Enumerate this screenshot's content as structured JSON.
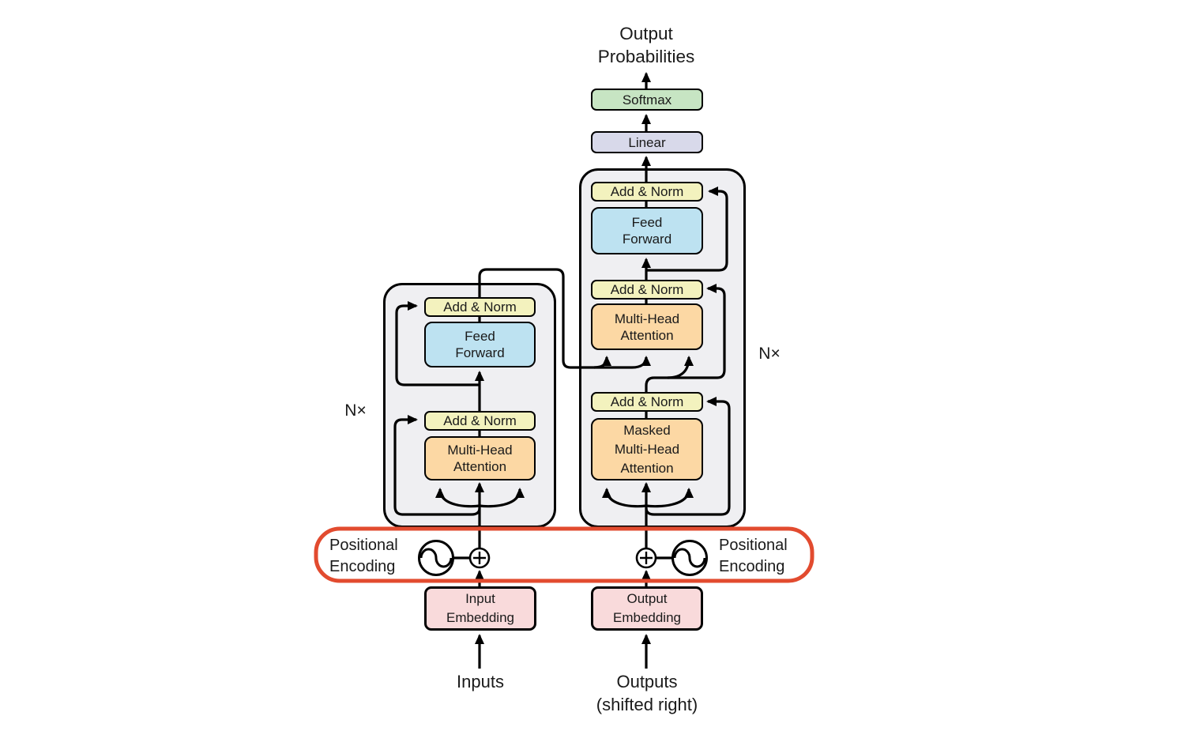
{
  "colors": {
    "add_norm_fill": "#f3f2be",
    "feed_forward_fill": "#bde2f1",
    "attention_fill": "#fcd8a4",
    "softmax_fill": "#c7e5c3",
    "linear_fill": "#d8d9ea",
    "embedding_fill": "#f9dadb",
    "container_fill": "#efeff2",
    "highlight_stroke": "#e24b2f",
    "line_color": "#000000"
  },
  "output_section": {
    "probabilities_label": "Output\nProbabilities",
    "softmax_label": "Softmax",
    "linear_label": "Linear"
  },
  "decoder": {
    "n_label": "N×",
    "add_norm_top": "Add & Norm",
    "feed_forward": "Feed\nForward",
    "add_norm_mid": "Add & Norm",
    "multi_head_attention": "Multi-Head\nAttention",
    "add_norm_bottom": "Add & Norm",
    "masked_multi_head_attention": "Masked\nMulti-Head\nAttention"
  },
  "encoder": {
    "n_label": "N×",
    "add_norm_top": "Add & Norm",
    "feed_forward": "Feed\nForward",
    "add_norm_bottom": "Add & Norm",
    "multi_head_attention": "Multi-Head\nAttention"
  },
  "positional": {
    "left_label": "Positional\nEncoding",
    "right_label": "Positional\nEncoding"
  },
  "embeddings": {
    "input_label": "Input\nEmbedding",
    "output_label": "Output\nEmbedding"
  },
  "io": {
    "inputs_label": "Inputs",
    "outputs_label": "Outputs\n(shifted right)"
  }
}
